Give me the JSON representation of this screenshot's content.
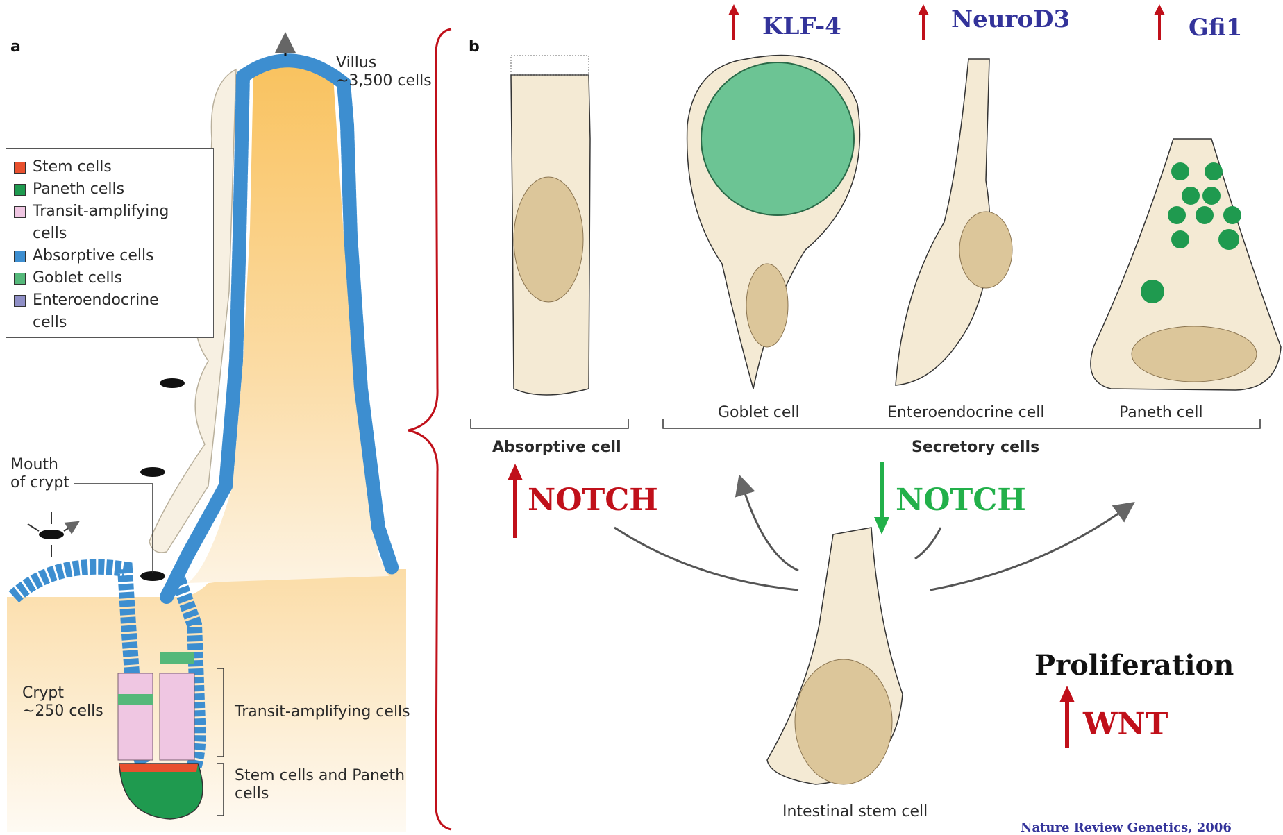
{
  "panel_a": {
    "letter": "a",
    "villus_label": "Villus",
    "villus_count": "~3,500 cells",
    "mouth_label_1": "Mouth",
    "mouth_label_2": "of crypt",
    "crypt_label": "Crypt",
    "crypt_count": "~250 cells",
    "transit_zone": "Transit-amplifying cells",
    "stem_zone_1": "Stem cells and Paneth",
    "stem_zone_2": "cells"
  },
  "legend": [
    {
      "label": "Stem cells",
      "label2": "",
      "color": "#e8502e"
    },
    {
      "label": "Paneth cells",
      "label2": "",
      "color": "#1f9a4f"
    },
    {
      "label": "Transit-amplifying",
      "label2": "cells",
      "color": "#efc6e2"
    },
    {
      "label": "Absorptive cells",
      "label2": "",
      "color": "#3d8ed0"
    },
    {
      "label": "Goblet cells",
      "label2": "",
      "color": "#55b87a"
    },
    {
      "label": "Enteroendocrine",
      "label2": "cells",
      "color": "#8f8fc6"
    }
  ],
  "panel_b": {
    "letter": "b",
    "goblet": "Goblet cell",
    "enteroendocrine": "Enteroendocrine cell",
    "paneth": "Paneth cell",
    "absorptive": "Absorptive cell",
    "secretory": "Secretory cells",
    "stem": "Intestinal stem cell"
  },
  "factors": {
    "klf4": "KLF-4",
    "neurod3": "NeuroD3",
    "gfi1": "Gfi1",
    "notch_up": "NOTCH",
    "notch_down": "NOTCH",
    "proliferation": "Proliferation",
    "wnt": "WNT"
  },
  "citation": "Nature Review Genetics, 2006",
  "colors": {
    "factor_blue": "#33339a",
    "arrow_red": "#c0101a",
    "notch_green": "#22b04a",
    "cell_fill": "#f4ead4",
    "nucleus": "#dcc69a",
    "villus_gradient_top": "#f9c56a"
  }
}
